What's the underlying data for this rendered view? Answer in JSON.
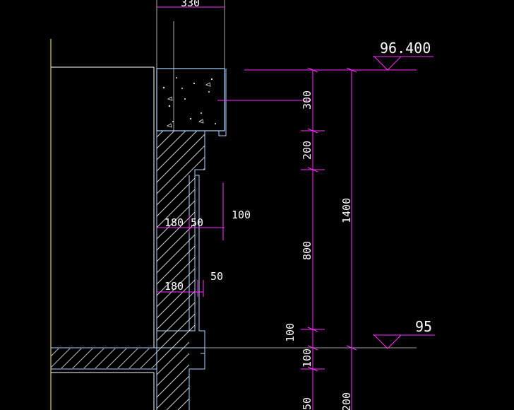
{
  "drawing": {
    "colors": {
      "background": "#000000",
      "wall_outline": "#a9d4ff",
      "dimension": "#ff2bff",
      "guide": "#d6d6d6",
      "text": "#ffffff",
      "yellow": "#ffff55",
      "concrete_dots": "#e6e6e6"
    },
    "elevations": {
      "top": "96.400",
      "bottom": "95"
    },
    "dims_horizontal": {
      "top_width": "330",
      "wall_180_upper": "180",
      "offset_50_upper": "50",
      "wall_180_lower": "180"
    },
    "dims_vertical": {
      "seg_300": "300",
      "seg_200": "200",
      "seg_800": "800",
      "seg_100_a": "100",
      "seg_100_b": "100",
      "seg_50": "50",
      "total_1400": "1400",
      "total_bottom": "200"
    },
    "annotations": {
      "label_100": "100",
      "label_50": "50"
    }
  }
}
